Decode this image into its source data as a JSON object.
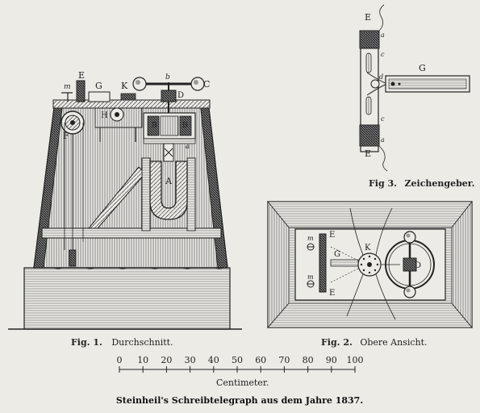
{
  "figure1": {
    "caption_num": "Fig. 1.",
    "caption_text": "Durchschnitt.",
    "labels": {
      "m": "m",
      "E": "E",
      "G": "G",
      "K": "K",
      "b": "b",
      "C": "C",
      "D": "D",
      "H": "H",
      "B1": "B",
      "B2": "B",
      "F": "F",
      "a": "a",
      "A": "A"
    }
  },
  "figure2": {
    "caption_num": "Fig. 2.",
    "caption_text": "Obere Ansicht.",
    "labels": {
      "m1": "m",
      "m2": "m",
      "E1": "E",
      "E2": "E",
      "G": "G",
      "K": "K",
      "D": "D"
    }
  },
  "figure3": {
    "caption_num": "Fig 3.",
    "caption_text": "Zeichengeber.",
    "labels": {
      "E1": "E",
      "E2": "E",
      "G": "G",
      "c1": "c",
      "c2": "c",
      "d": "d",
      "a1": "a",
      "a2": "a"
    }
  },
  "scale": {
    "ticks": [
      "0",
      "10",
      "20",
      "30",
      "40",
      "50",
      "60",
      "70",
      "80",
      "90",
      "100"
    ],
    "unit": "Centimeter."
  },
  "title": "Steinheil's Schreibtelegraph aus dem Jahre 1837."
}
